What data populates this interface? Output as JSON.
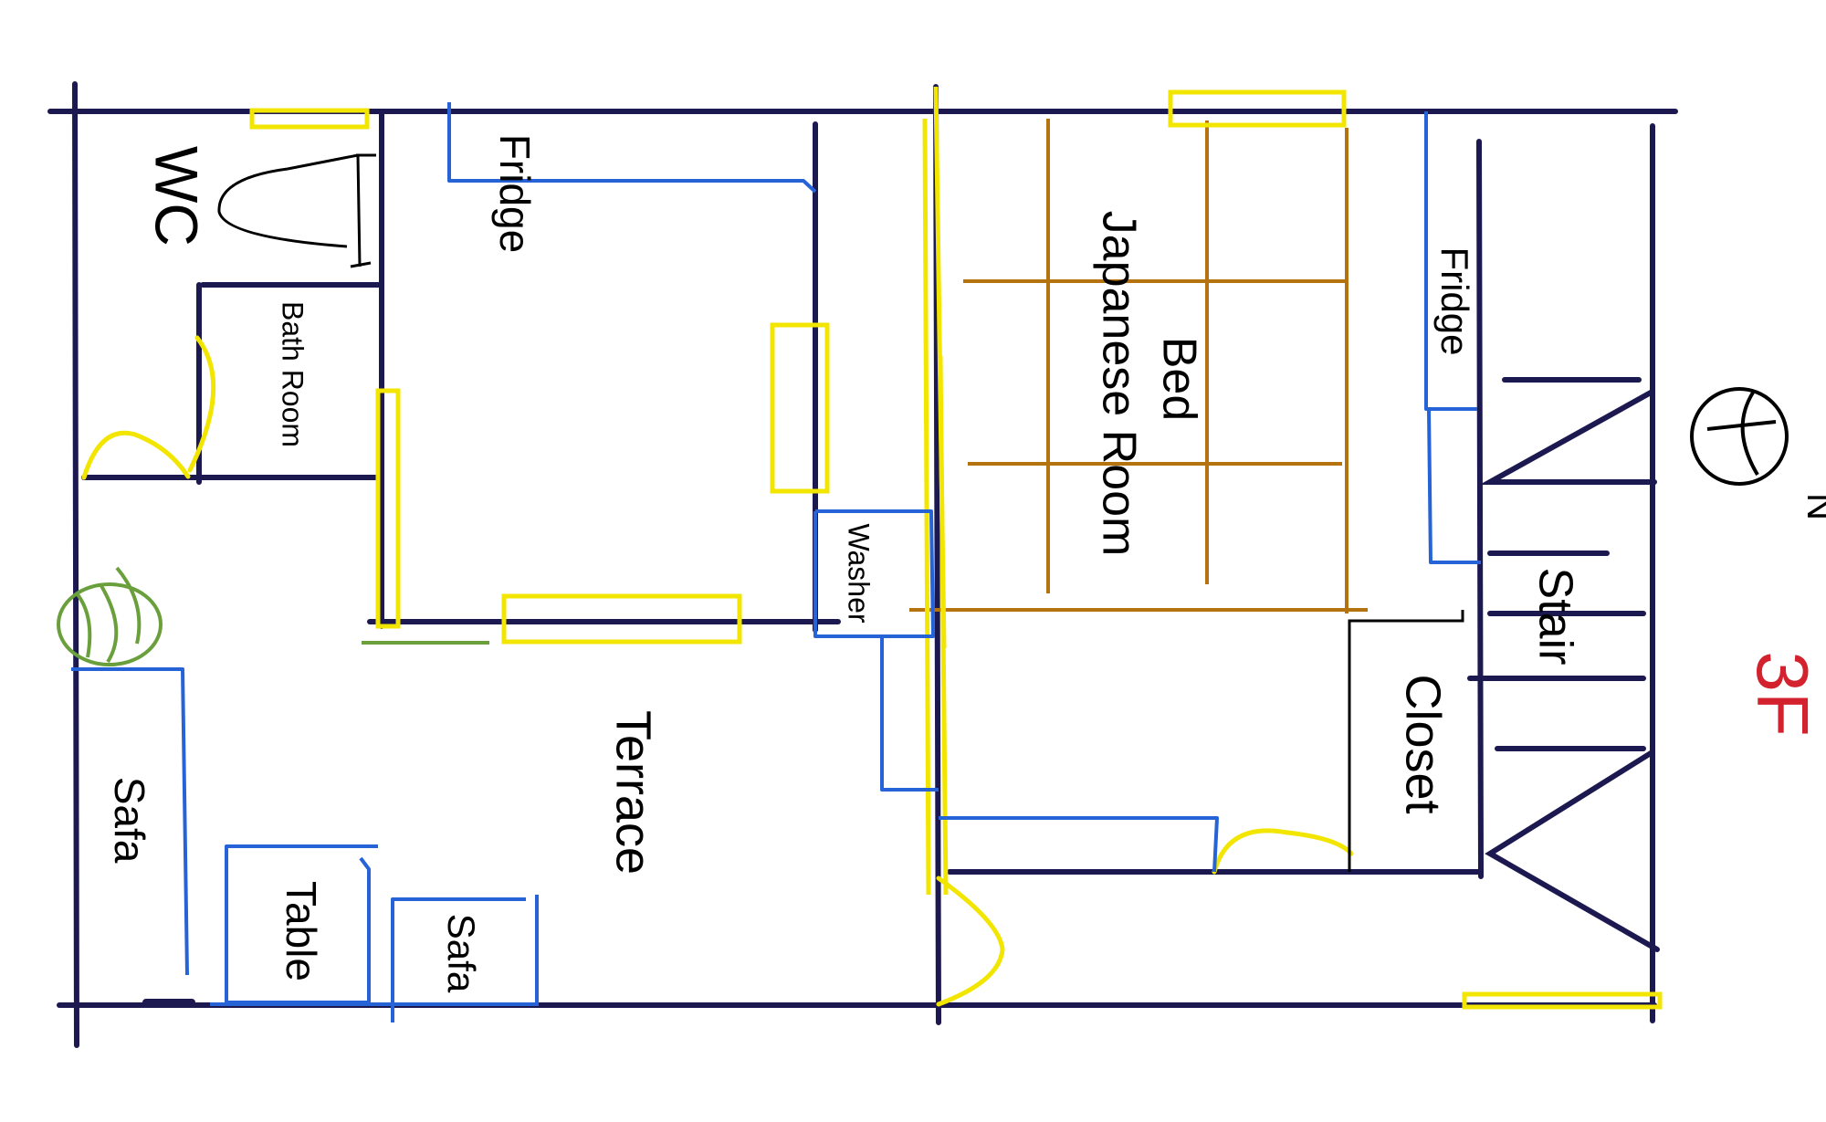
{
  "floor_label": "3F",
  "compass_letter": "N",
  "rooms": {
    "wc": "WC",
    "bath_room": "Bath Room",
    "fridge_left": "Fridge",
    "terrace": "Terrace",
    "safa_left": "Safa",
    "table": "Table",
    "safa_bottom": "Safa",
    "washer": "Washer",
    "bed": "Bed",
    "japanese_room": "Japanese Room",
    "fridge_right": "Fridge",
    "stair": "Stair",
    "closet": "Closet"
  },
  "colors": {
    "wall": "#1c1850",
    "window": "#f2e600",
    "furniture": "#2563d6",
    "tatami": "#b5730f",
    "plant": "#6aa03c",
    "fixture": "#000000",
    "floor_label": "#d3222e"
  }
}
